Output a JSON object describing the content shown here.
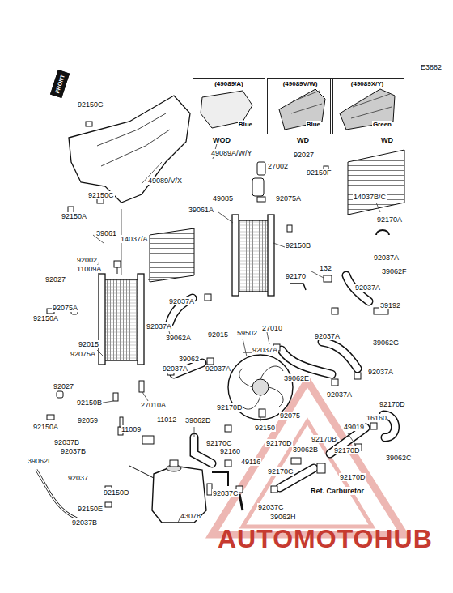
{
  "diagram": {
    "nodes": [
      {
        "text": [
          "FRONT"
        ]
      },
      {
        "text": [
          "(49089/A)",
          "Blue"
        ]
      },
      {
        "text": [
          "(49089V/W)",
          "Blue"
        ]
      },
      {
        "text": [
          "(49089X/Y)",
          "Green"
        ]
      }
    ],
    "labels": [
      "E3882",
      "92150C",
      "92150C",
      "92150A",
      "49089/V/X",
      "WOD",
      "49089A/W/Y",
      "WD",
      "WD",
      "27002",
      "92027",
      "92150F",
      "92075A",
      "49085",
      "14037B/C",
      "39061A",
      "14037/A",
      "39061",
      "92150B",
      "92170A",
      "92037A",
      "92002",
      "11009A",
      "92027",
      "92075A",
      "92150A",
      "132",
      "39062F",
      "92170",
      "92037A",
      "39192",
      "92037A",
      "92037A",
      "39062A",
      "92015",
      "27010",
      "59502",
      "92037A",
      "92037A",
      "39062G",
      "92015",
      "92075A",
      "39062",
      "92037A",
      "92037A",
      "39062E",
      "92037A",
      "92037A",
      "92027",
      "92150B",
      "27010A",
      "92150A",
      "92059",
      "11009",
      "11012",
      "39062D",
      "92170D",
      "92150",
      "92075",
      "49019",
      "16160",
      "92170D",
      "92170C",
      "92170D",
      "39062B",
      "92170B",
      "92170D",
      "39062C",
      "92037B",
      "92037B",
      "39062I",
      "92037",
      "92160",
      "49116",
      "92170C",
      "92170D",
      "Ref. Carburetor",
      "92150D",
      "92150E",
      "92037C",
      "92037C",
      "39062H",
      "43078",
      "92037B",
      "AUTOMOTOHUB"
    ]
  }
}
